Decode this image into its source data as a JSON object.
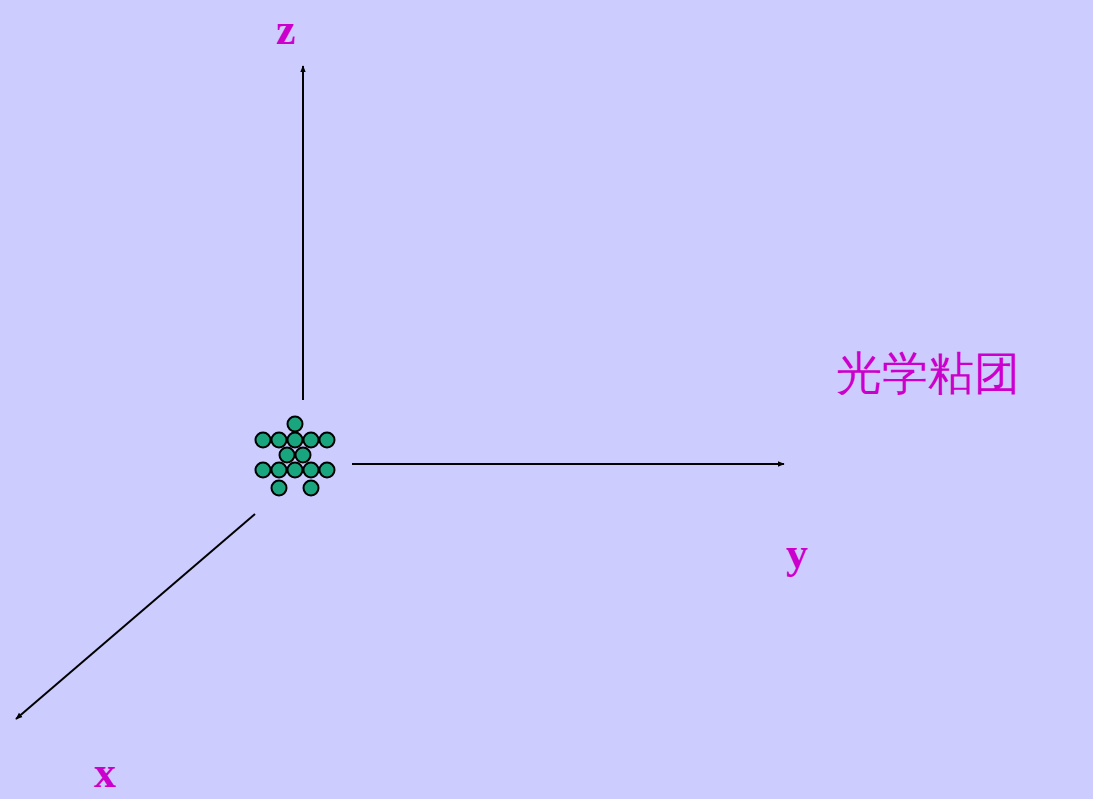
{
  "diagram": {
    "labels": [
      "z",
      "y",
      "x",
      "光学粘团"
    ]
  }
}
